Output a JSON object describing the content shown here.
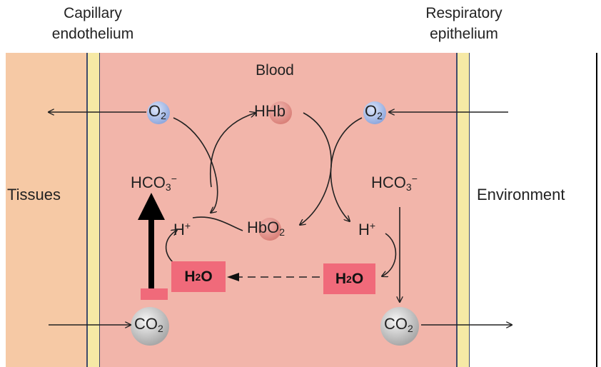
{
  "labels": {
    "capillary_line1": "Capillary",
    "capillary_line2": "endothelium",
    "respiratory_line1": "Respiratory",
    "respiratory_line2": "epithelium",
    "blood": "Blood",
    "tissues": "Tissues",
    "environment": "Environment"
  },
  "molecules": {
    "o2_left": {
      "base": "O",
      "sub": "2"
    },
    "o2_right": {
      "base": "O",
      "sub": "2"
    },
    "hhb": "HHb",
    "hbo2": {
      "base": "HbO",
      "sub": "2"
    },
    "hco3_left": {
      "base": "HCO",
      "sub": "3",
      "sup": "−"
    },
    "hco3_right": {
      "base": "HCO",
      "sub": "3",
      "sup": "−"
    },
    "h_left": {
      "base": "H",
      "sup": "+"
    },
    "h_right": {
      "base": "H",
      "sup": "+"
    },
    "co2_left": {
      "base": "CO",
      "sub": "2"
    },
    "co2_right": {
      "base": "CO",
      "sub": "2"
    },
    "h2o_left": {
      "base": "H",
      "sub": "2",
      "tail": "O"
    },
    "h2o_right": {
      "base": "H",
      "sub": "2",
      "tail": "O"
    }
  },
  "colors": {
    "tissue": "#f6c9a5",
    "blood": "#f2b5aa",
    "membrane_yellow": "#f6e9a5",
    "membrane_line": "#3f4a6a",
    "o2_circle": "#97aee0",
    "hb_circle": "#e08d86",
    "co2_circle": "#c6c6c6",
    "h2o_box": "#f06a7a",
    "arrow": "#222222"
  }
}
